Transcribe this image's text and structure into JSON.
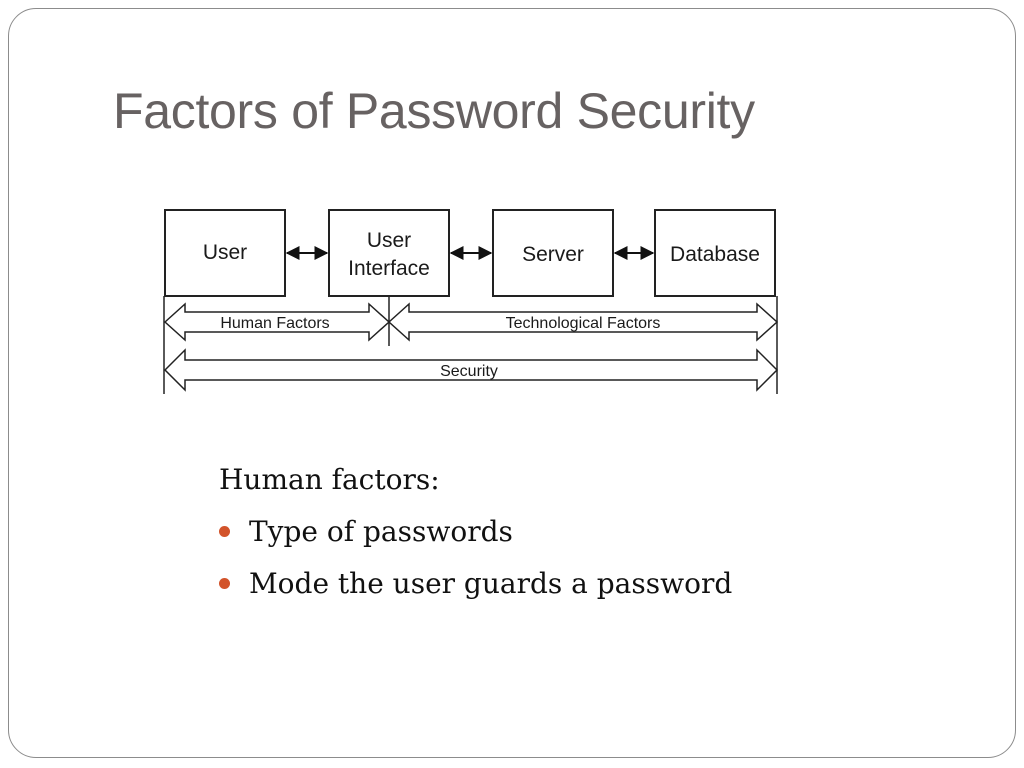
{
  "slide": {
    "title": "Factors of Password Security"
  },
  "diagram": {
    "boxes": [
      {
        "id": "user",
        "lines": [
          "User"
        ]
      },
      {
        "id": "ui",
        "lines": [
          "User",
          "Interface"
        ]
      },
      {
        "id": "server",
        "lines": [
          "Server"
        ]
      },
      {
        "id": "database",
        "lines": [
          "Database"
        ]
      }
    ],
    "connectors": [
      {
        "from": "user",
        "to": "ui",
        "type": "bidirectional"
      },
      {
        "from": "ui",
        "to": "server",
        "type": "bidirectional"
      },
      {
        "from": "server",
        "to": "database",
        "type": "bidirectional"
      }
    ],
    "bands": {
      "human": "Human Factors",
      "tech": "Technological Factors",
      "security": "Security"
    }
  },
  "body": {
    "heading": "Human factors:",
    "bullets": [
      "Type of passwords",
      "Mode the user guards a password"
    ],
    "bullet_color": "#d2532a"
  }
}
